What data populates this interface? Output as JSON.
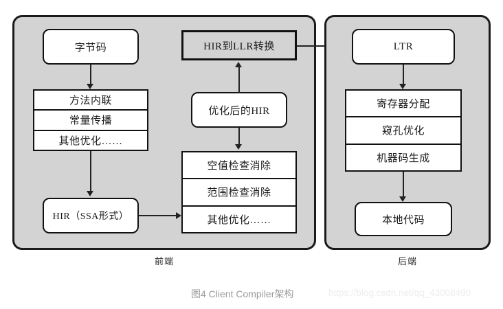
{
  "figure": {
    "caption": "图4 Client Compiler架构",
    "watermark": "https://blog.csdn.net/qq_43008490"
  },
  "colors": {
    "panel_fill": "#d3d3d3",
    "node_fill": "#ffffff",
    "shaded_node_fill": "#d3d3d3",
    "stroke": "#111111",
    "connector": "#222222",
    "caption_text": "#9a9a9a",
    "watermark_text": "#ededed"
  },
  "panels": [
    {
      "id": "frontend",
      "caption": "前端"
    },
    {
      "id": "backend",
      "caption": "后端"
    }
  ],
  "frontend": {
    "bytecode": "字节码",
    "hir_to_llr": "HIR到LLR转换",
    "optimized_hir": "优化后的HIR",
    "hir_ssa": "HIR（SSA形式）",
    "left_optimizations": [
      "方法内联",
      "常量传播",
      "其他优化……"
    ],
    "middle_optimizations": [
      "空值检查消除",
      "范围检查消除",
      "其他优化……"
    ]
  },
  "backend": {
    "ltr": "LTR",
    "native_code": "本地代码",
    "stages": [
      "寄存器分配",
      "窥孔优化",
      "机器码生成"
    ]
  }
}
